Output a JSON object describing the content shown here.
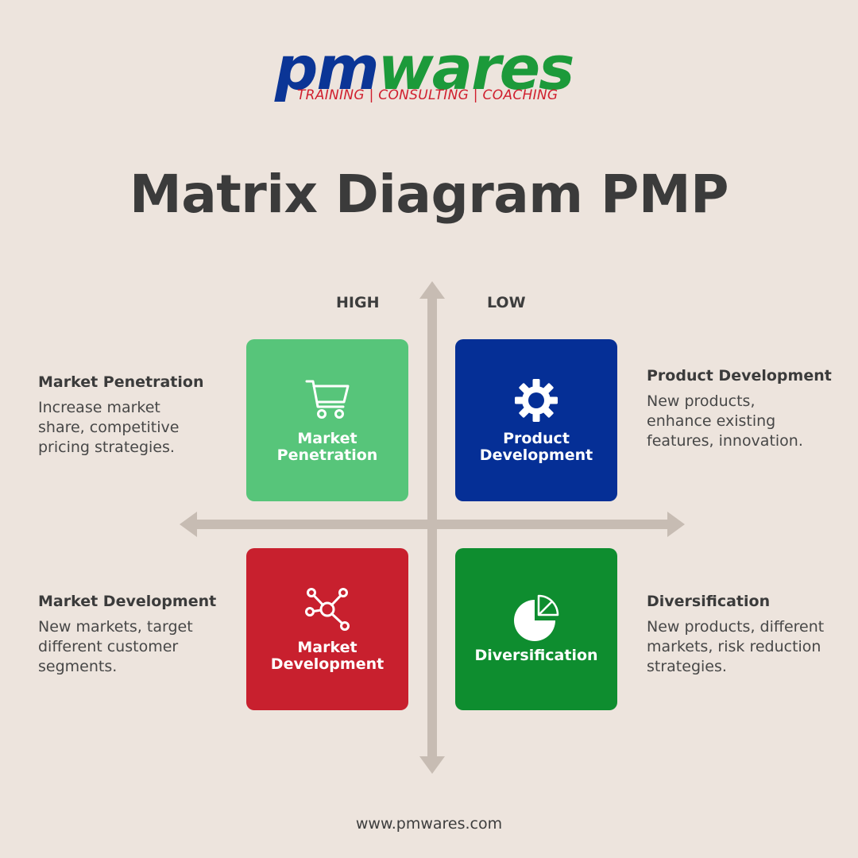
{
  "logo": {
    "word_part1": "pm",
    "word_part2": "wares",
    "tagline": "TRAINING | CONSULTING | COACHING",
    "colors": {
      "pm": "#0b3596",
      "wares": "#1c9a3a",
      "tagline": "#d01f2e"
    }
  },
  "title": "Matrix Diagram PMP",
  "axes": {
    "high_label": "HIGH",
    "low_label": "LOW"
  },
  "quadrants": [
    {
      "label": "Market Penetration",
      "icon": "shopping-cart-icon",
      "color": "#57c57a"
    },
    {
      "label": "Product Development",
      "icon": "gear-icon",
      "color": "#052f96"
    },
    {
      "label": "Market Development",
      "icon": "network-hub-icon",
      "color": "#c8202e"
    },
    {
      "label": "Diversification",
      "icon": "pie-chart-icon",
      "color": "#0e8d2f"
    }
  ],
  "descriptions": [
    {
      "title": "Market Penetration",
      "text": "Increase market share, competitive pricing strategies."
    },
    {
      "title": "Product Development",
      "text": "New products, enhance existing features, innovation."
    },
    {
      "title": "Market Development",
      "text": "New markets, target different customer segments."
    },
    {
      "title": "Diversification",
      "text": "New products, different markets, risk reduction strategies."
    }
  ],
  "footer": "www.pmwares.com"
}
